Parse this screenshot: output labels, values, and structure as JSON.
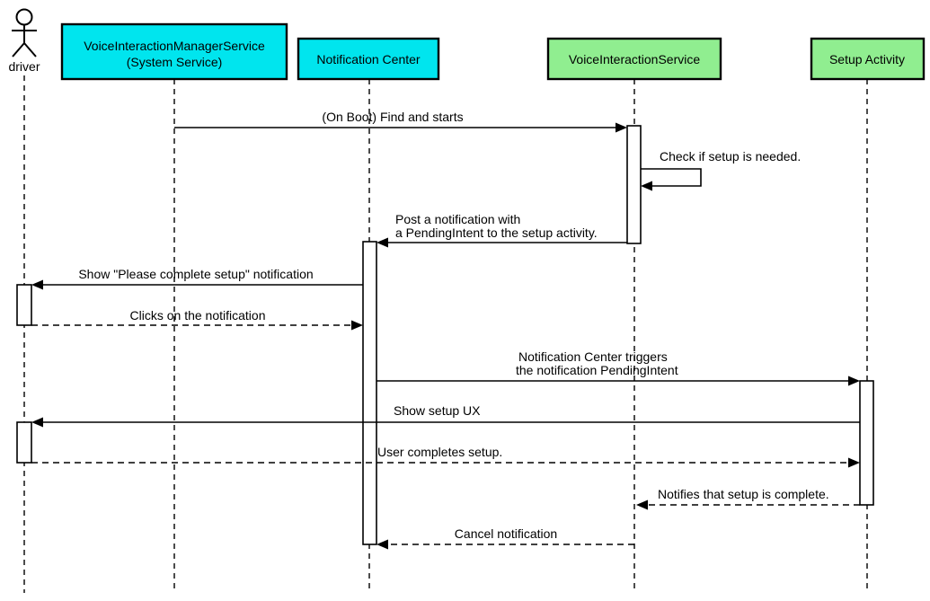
{
  "diagram": {
    "type": "uml-sequence",
    "colors": {
      "participant_cyan": "#00e5ee",
      "participant_green": "#90ee90",
      "line": "#000000",
      "activation_fill": "#ffffff",
      "background": "#ffffff"
    },
    "actor": {
      "name": "driver"
    },
    "participants": [
      {
        "id": "voice-interaction-manager-service",
        "lines": [
          "VoiceInteractionManagerService",
          "(System Service)"
        ],
        "fill": "#00e5ee"
      },
      {
        "id": "notification-center",
        "lines": [
          "Notification Center"
        ],
        "fill": "#00e5ee"
      },
      {
        "id": "voice-interaction-service",
        "lines": [
          "VoiceInteractionService"
        ],
        "fill": "#90ee90"
      },
      {
        "id": "setup-activity",
        "lines": [
          "Setup Activity"
        ],
        "fill": "#90ee90"
      }
    ],
    "messages": [
      {
        "from": "VoiceInteractionManagerService",
        "to": "VoiceInteractionService",
        "style": "solid",
        "lines": [
          "(On Boot) Find and starts"
        ]
      },
      {
        "from": "VoiceInteractionService",
        "to": "VoiceInteractionService",
        "style": "solid",
        "lines": [
          "Check if setup is needed."
        ]
      },
      {
        "from": "VoiceInteractionService",
        "to": "Notification Center",
        "style": "solid",
        "lines": [
          "Post a notification with",
          "a PendingIntent to the setup activity."
        ]
      },
      {
        "from": "Notification Center",
        "to": "driver",
        "style": "solid",
        "lines": [
          "Show \"Please complete setup\" notification"
        ]
      },
      {
        "from": "driver",
        "to": "Notification Center",
        "style": "dashed",
        "lines": [
          "Clicks on the notification"
        ]
      },
      {
        "from": "Notification Center",
        "to": "Setup Activity",
        "style": "solid",
        "lines": [
          "Notification Center triggers",
          "the notification PendingIntent"
        ]
      },
      {
        "from": "Setup Activity",
        "to": "driver",
        "style": "solid",
        "lines": [
          "Show setup UX"
        ]
      },
      {
        "from": "driver",
        "to": "Setup Activity",
        "style": "dashed",
        "lines": [
          "User completes setup."
        ]
      },
      {
        "from": "Setup Activity",
        "to": "VoiceInteractionService",
        "style": "dashed",
        "lines": [
          "Notifies that setup is complete."
        ]
      },
      {
        "from": "VoiceInteractionService",
        "to": "Notification Center",
        "style": "dashed",
        "lines": [
          "Cancel notification"
        ]
      }
    ]
  }
}
